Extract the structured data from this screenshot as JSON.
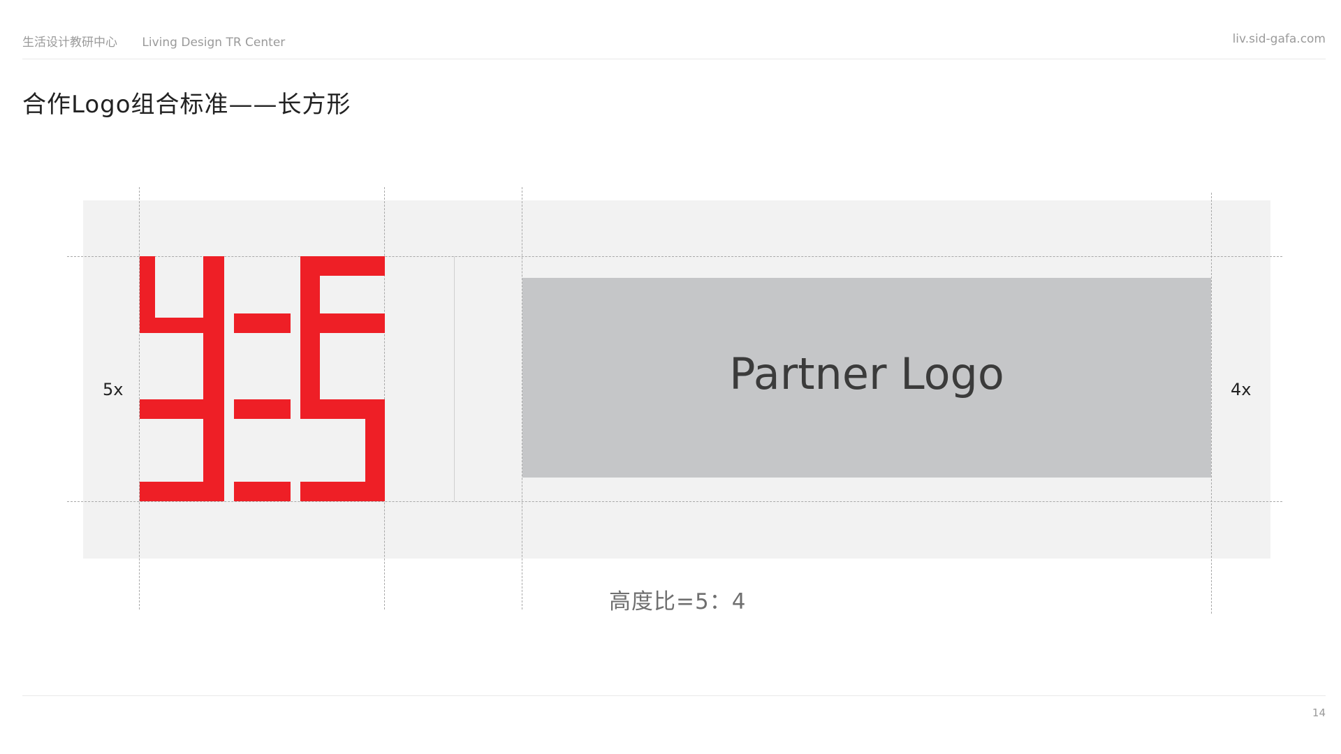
{
  "header": {
    "org_cn": "生活设计教研中心",
    "org_en": "Living Design TR Center",
    "website": "liv.sid-gafa.com"
  },
  "title": "合作Logo组合标准——长方形",
  "diagram": {
    "left_height_label": "5x",
    "right_height_label": "4x",
    "partner_logo_text": "Partner Logo",
    "height_ratio_caption": "高度比=5：4",
    "logo_color": "#ee1f26",
    "placeholder_color": "#c5c6c8",
    "panel_color": "#f2f2f2"
  },
  "footer": {
    "page_number": "14"
  }
}
